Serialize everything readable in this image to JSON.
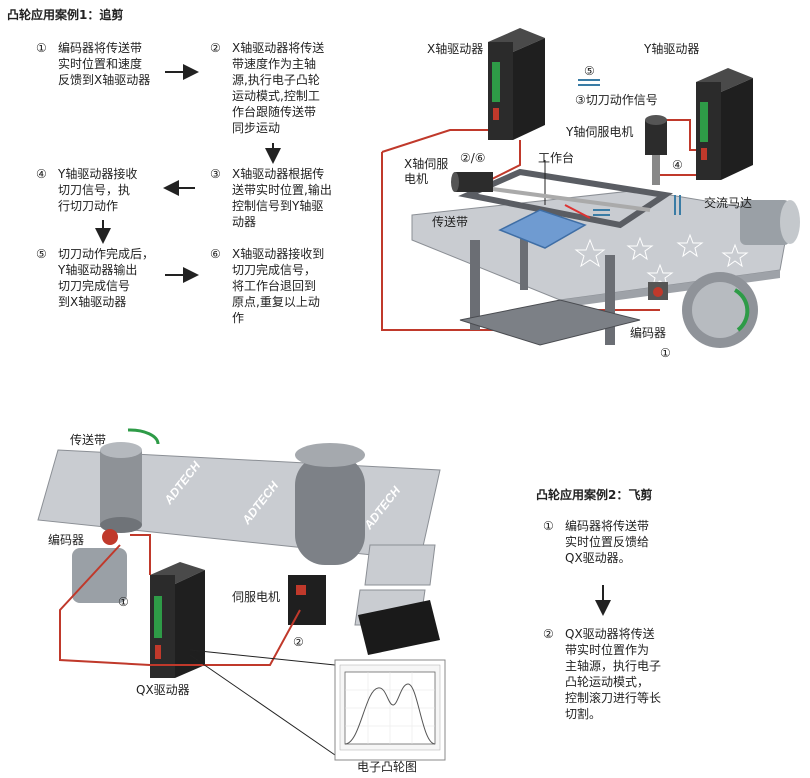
{
  "case1": {
    "title": "凸轮应用案例1：追剪",
    "steps": [
      {
        "num": "①",
        "text": "编码器将传送带\n实时位置和速度\n反馈到X轴驱动器"
      },
      {
        "num": "②",
        "text": "X轴驱动器将传送\n带速度作为主轴\n源,执行电子凸轮\n运动模式,控制工\n作台跟随传送带\n同步运动"
      },
      {
        "num": "③",
        "text": "X轴驱动器根据传\n送带实时位置,输出\n控制信号到Y轴驱\n动器"
      },
      {
        "num": "④",
        "text": "Y轴驱动器接收\n切刀信号，执\n行切刀动作"
      },
      {
        "num": "⑤",
        "text": "切刀动作完成后，\nY轴驱动器输出\n切刀完成信号\n到X轴驱动器"
      },
      {
        "num": "⑥",
        "text": "X轴驱动器接收到\n切刀完成信号，\n将工作台退回到\n原点,重复以上动\n作"
      }
    ],
    "diagram": {
      "x_driver": "X轴驱动器",
      "y_driver": "Y轴驱动器",
      "y_servo": "Y轴伺服电机",
      "x_servo": "X轴伺服\n电机",
      "worktable": "工作台",
      "conveyor": "传送带",
      "ac_motor": "交流马达",
      "encoder": "编码器",
      "sig5": "⑤",
      "sig3": "③切刀动作信号",
      "mark26": "②/⑥",
      "mark4": "④",
      "mark1": "①"
    }
  },
  "case2": {
    "title": "凸轮应用案例2：飞剪",
    "steps": [
      {
        "num": "①",
        "text": "编码器将传送带\n实时位置反馈给\nQX驱动器。"
      },
      {
        "num": "②",
        "text": "QX驱动器将传送\n带实时位置作为\n主轴源，执行电子\n凸轮运动模式，\n控制滚刀进行等长\n切割。"
      }
    ],
    "diagram": {
      "conveyor": "传送带",
      "encoder": "编码器",
      "servo": "伺服电机",
      "qx_driver": "QX驱动器",
      "cam_chart_label": "电子凸轮图",
      "brand1": "ADTECH",
      "brand2": "ADTECH",
      "brand3": "ADTECH",
      "mark1": "①",
      "mark2": "②"
    }
  },
  "colors": {
    "wire": "#c0392b",
    "arrow": "#222222",
    "belt": "#c9ccd1",
    "driver": "#2b2b2b",
    "frame": "#5a5d63",
    "green": "#2e9b47"
  }
}
